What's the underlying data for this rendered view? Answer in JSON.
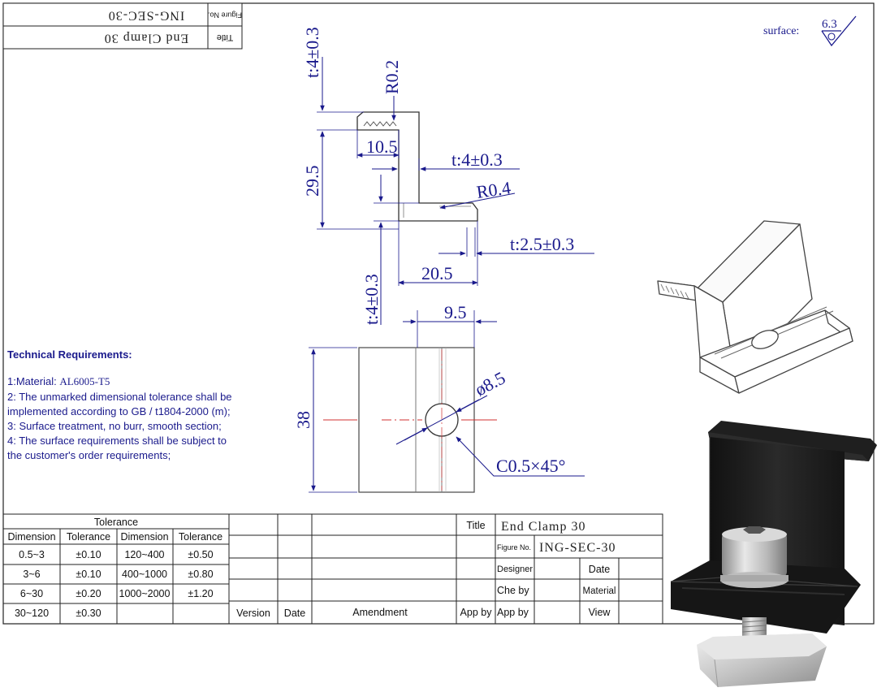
{
  "title_block_top": {
    "figure_no_label": "Figure No.",
    "figure_no_value": "ING-SEC-30",
    "title_label": "Title",
    "title_value": "End Clamp 30"
  },
  "surface": {
    "label": "surface:",
    "value": "6.3"
  },
  "dimensions": {
    "t_top": "t:4±0.3",
    "r02": "R0.2",
    "d105": "10.5",
    "t_mid": "t:4±0.3",
    "d295": "29.5",
    "r04": "R0.4",
    "t_base": "t:2.5±0.3",
    "d205": "20.5",
    "t_bottom": "t:4±0.3",
    "d95": "9.5",
    "dia85": "ø8.5",
    "d38": "38",
    "chamfer": "C0.5×45°"
  },
  "technical_requirements": {
    "heading": "Technical Requirements:",
    "line1_prefix": "1:Material: ",
    "line1_material": "AL6005-T5",
    "line2a": "2: The unmarked dimensional tolerance shall be",
    "line2b": "implemented according to GB / t1804-2000 (m);",
    "line3": "3: Surface treatment, no burr, smooth section;",
    "line4a": "4: The surface requirements shall be subject to",
    "line4b": "the customer's order requirements;"
  },
  "tolerance_table": {
    "title": "Tolerance",
    "headers": [
      "Dimension",
      "Tolerance",
      "Dimension",
      "Tolerance"
    ],
    "rows": [
      [
        "0.5~3",
        "±0.10",
        "120~400",
        "±0.50"
      ],
      [
        "3~6",
        "±0.10",
        "400~1000",
        "±0.80"
      ],
      [
        "6~30",
        "±0.20",
        "1000~2000",
        "±1.20"
      ],
      [
        "30~120",
        "±0.30",
        "",
        ""
      ]
    ]
  },
  "revision_table": {
    "version": "Version",
    "date": "Date",
    "amendment": "Amendment",
    "app_by": "App by"
  },
  "title_block": {
    "title_label": "Title",
    "title_value": "End Clamp 30",
    "figure_no_label": "Figure No.",
    "figure_no_value": "ING-SEC-30",
    "designer": "Designer",
    "date": "Date",
    "che_by": "Che by",
    "material": "Material",
    "app_by": "App by",
    "view": "View"
  },
  "colors": {
    "drawing_blue": "#1a1a8c",
    "clamp_black": "#1c1c1c",
    "center_line_red": "#d03030"
  }
}
